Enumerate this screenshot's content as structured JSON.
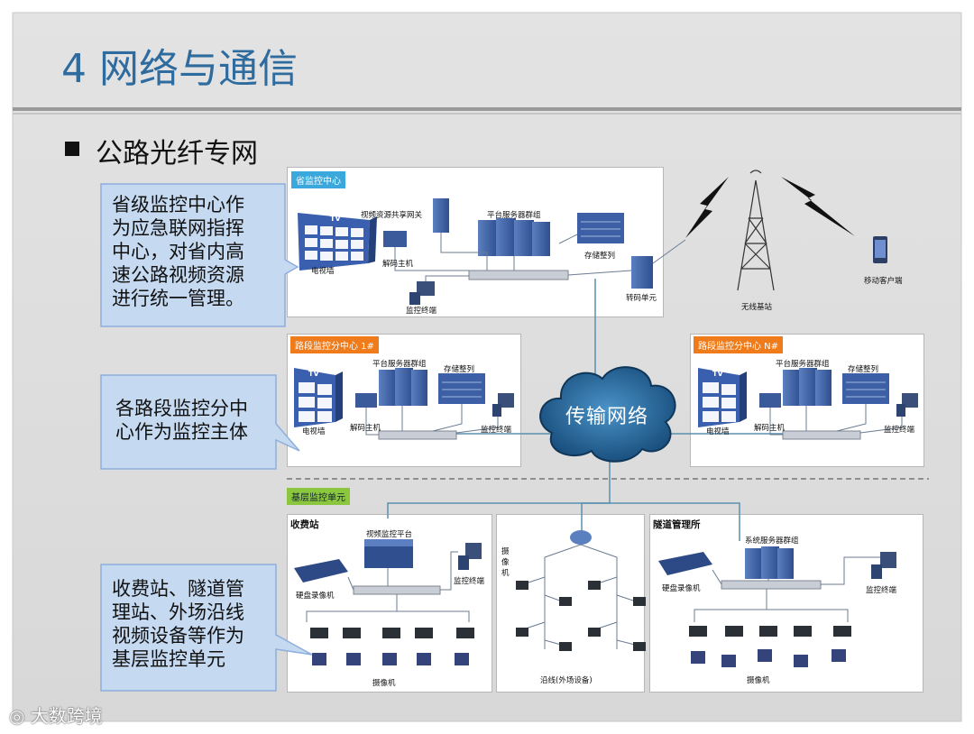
{
  "slide": {
    "title": "4 网络与通信",
    "bullet": "公路光纤专网"
  },
  "callouts": [
    "省级监控中心作\n为应急联网指挥\n中心，对省内高\n速公路视频资源\n进行统一管理。",
    "各路段监控分中\n心作为监控主体",
    "收费站、隧道管\n理站、外场沿线\n视频设备等作为\n基层监控单元"
  ],
  "provincial": {
    "header": "省监控中心",
    "video_wall": "电视墙",
    "tv": "TV",
    "gateway": "视频资源共享网关",
    "server_group": "平台服务器群组",
    "decoder": "解码主机",
    "storage": "存储整列",
    "transcoder": "转码单元",
    "terminal": "监控终端"
  },
  "wireless": {
    "base_station": "无线基站",
    "mobile_client": "移动客户端"
  },
  "network_cloud": "传输网络",
  "sub_center_1": {
    "header": "路段监控分中心 1#",
    "server_group": "平台服务器群组",
    "storage": "存储整列",
    "video_wall": "电视墙",
    "tv": "TV",
    "decoder": "解码主机",
    "terminal": "监控终端"
  },
  "sub_center_n": {
    "header": "路段监控分中心 N#",
    "server_group": "平台服务器群组",
    "storage": "存储整列",
    "video_wall": "电视墙",
    "tv": "TV",
    "decoder": "解码主机",
    "terminal": "监控终端"
  },
  "base_units": {
    "header": "基层监控单元",
    "toll": {
      "title": "收费站",
      "platform": "视频监控平台",
      "nvr": "硬盘录像机",
      "terminal": "监控终端",
      "camera": "摄像机"
    },
    "roadside": {
      "camera_vertical": "摄\n像\n机",
      "caption": "沿线(外场设备)"
    },
    "tunnel": {
      "title": "隧道管理所",
      "server_group": "系统服务器群组",
      "nvr": "硬盘录像机",
      "terminal": "监控终端",
      "camera": "摄像机"
    }
  },
  "watermark": "大数跨境",
  "colors": {
    "title": "#2e6b9e",
    "header_blue": "#3aa8dd",
    "header_orange": "#f07b1a",
    "header_green": "#8bc63f",
    "callout_fill": "#c5d9f1",
    "cloud": "#1f5f8f",
    "server": "#4a6aa8"
  }
}
